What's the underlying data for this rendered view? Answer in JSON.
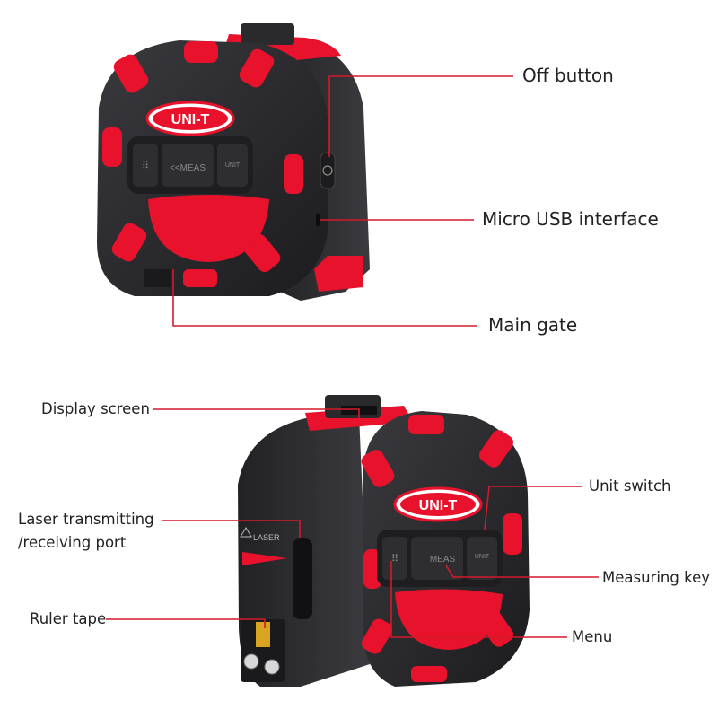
{
  "colors": {
    "body": "#2b2b2e",
    "body_dark": "#1a1a1c",
    "accent": "#e8122c",
    "leader_line": "#d41a2a",
    "text": "#222222"
  },
  "device": {
    "brand": "UNI-T",
    "button_meas": "<<MEAS",
    "button_unit": "UNIT",
    "button_meas_front": "MEAS",
    "warning_label": "LASER"
  },
  "callouts": {
    "off_button": "Off button",
    "micro_usb": "Micro USB interface",
    "main_gate": "Main gate",
    "display_screen": "Display screen",
    "unit_switch": "Unit switch",
    "laser_port_line1": "Laser transmitting",
    "laser_port_line2": "/receiving port",
    "measuring_key": "Measuring key",
    "ruler_tape": "Ruler tape",
    "menu": "Menu"
  }
}
